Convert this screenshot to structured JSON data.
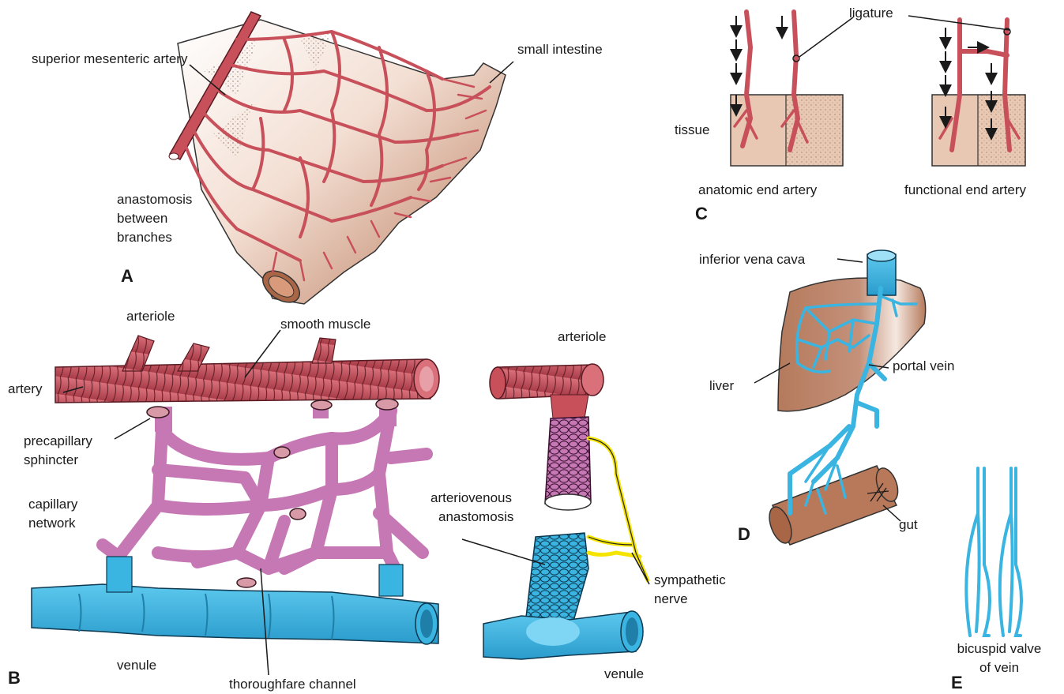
{
  "colors": {
    "artery": "#c8505a",
    "artery_dark": "#8a2a34",
    "capillary": "#c678b4",
    "vein": "#3ab4e0",
    "vein_dark": "#1f7fa8",
    "intestine": "#b8785a",
    "liver": "#b57a5c",
    "tissue": "#e9c8b3",
    "nerve": "#f5e400"
  },
  "panels": {
    "a": {
      "letter": "A",
      "superior_mesenteric_artery": "superior mesenteric artery",
      "small_intestine": "small intestine",
      "anastomosis_1": "anastomosis",
      "anastomosis_2": "between",
      "anastomosis_3": "branches"
    },
    "b": {
      "letter": "B",
      "arteriole": "arteriole",
      "smooth_muscle": "smooth muscle",
      "artery": "artery",
      "precapillary_1": "precapillary",
      "precapillary_2": "sphincter",
      "capillary_1": "capillary",
      "capillary_2": "network",
      "venule": "venule",
      "thoroughfare": "thoroughfare channel",
      "arteriole_right": "arteriole",
      "av_1": "arteriovenous",
      "av_2": "anastomosis",
      "sympathetic_1": "sympathetic",
      "sympathetic_2": "nerve",
      "venule_right": "venule"
    },
    "c": {
      "letter": "C",
      "ligature": "ligature",
      "tissue": "tissue",
      "anatomic": "anatomic end artery",
      "functional": "functional end artery"
    },
    "d": {
      "letter": "D",
      "ivc": "inferior vena cava",
      "liver": "liver",
      "portal_vein": "portal vein",
      "gut": "gut"
    },
    "e": {
      "letter": "E",
      "valve_1": "bicuspid valve",
      "valve_2": "of vein"
    }
  }
}
